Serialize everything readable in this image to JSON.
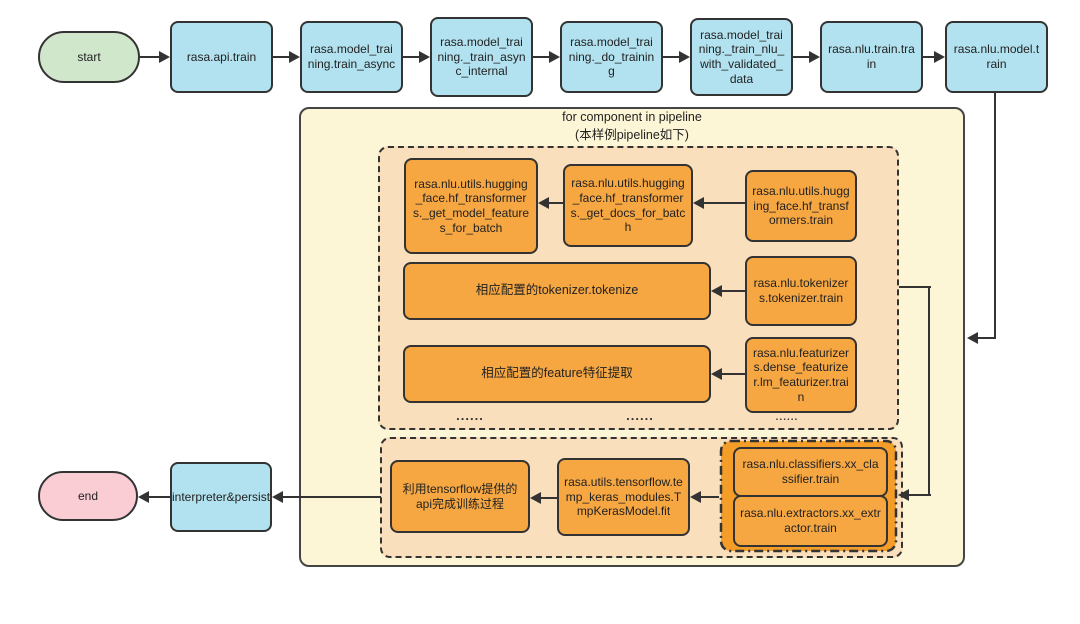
{
  "colors": {
    "cyan": "#B2E2EF",
    "green": "#D1E7CB",
    "pink": "#FACDD4",
    "yellow": "#FCF6D6",
    "peach": "#F9DFBC",
    "orange": "#F6A742",
    "group_orange": "#F49D28",
    "line": "#333333"
  },
  "flow": {
    "start": "start",
    "api_train": "rasa.api.train",
    "train_async": "rasa.model_training.train_async",
    "train_async_internal": "rasa.model_training._train_async_internal",
    "do_training": "rasa.model_training._do_training",
    "train_nlu_with_validated_data": "rasa.model_training._train_nlu_with_validated_data",
    "nlu_train": "rasa.nlu.train.train",
    "nlu_model_train": "rasa.nlu.model.train"
  },
  "loop": {
    "title_line1": "for component in pipeline",
    "title_line2": "(本样例pipeline如下)",
    "stage1": {
      "get_model_features_for_batch": "rasa.nlu.utils.hugging_face.hf_transformers._get_model_features_for_batch",
      "get_docs_for_batch": "rasa.nlu.utils.hugging_face.hf_transformers._get_docs_for_batch",
      "hf_transformers_train": "rasa.nlu.utils.hugging_face.hf_transformers.train",
      "tokenizer_tokenize": "相应配置的tokenizer.tokenize",
      "tokenizer_train": "rasa.nlu.tokenizers.tokenizer.train",
      "feature_extract": "相应配置的feature特征提取",
      "lm_featurizer_train": "rasa.nlu.featurizers.dense_featurizer.lm_featurizer.train",
      "ellipsis_left": "......",
      "ellipsis_mid": "......",
      "ellipsis_right": "......"
    },
    "stage2": {
      "tensorflow_api_training": "利用tensorflow提供的api完成训练过程",
      "tmp_keras_model_fit": "rasa.utils.tensorflow.temp_keras_modules.TmpKerasModel.fit",
      "classifier_train": "rasa.nlu.classifiers.xx_classifier.train",
      "extractor_train": "rasa.nlu.extractors.xx_extractor.train"
    }
  },
  "finish": {
    "interpreter_persist": "interpreter&persist",
    "end": "end"
  }
}
